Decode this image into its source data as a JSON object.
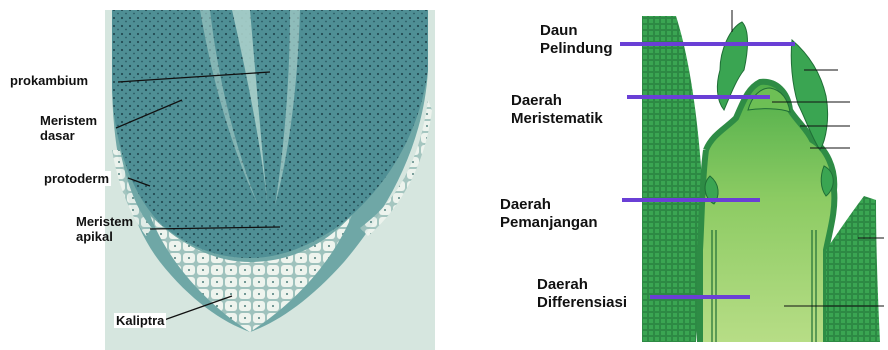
{
  "left_panel": {
    "labels": {
      "prokambium": "prokambium",
      "meristem_dasar": "Meristem\ndasar",
      "protoderm": "protoderm",
      "meristem_apikal": "Meristem\napikal",
      "kaliptra": "Kaliptra"
    }
  },
  "right_panel": {
    "labels": {
      "daun_pelindung": "Daun\nPelindung",
      "daerah_meristematik": "Daerah\nMeristematik",
      "daerah_pemanjangan": "Daerah\nPemanjangan",
      "daerah_differensiasi": "Daerah\nDifferensiasi"
    }
  },
  "colors": {
    "micrograph_background": "#cfe0d8",
    "stained_tissue": "#4f8f95",
    "cell_wall": "#f4f7f3",
    "plant_dark_green": "#2e9a4a",
    "plant_light_green": "#8fcc63",
    "pointer_purple": "#6a3fd6"
  }
}
